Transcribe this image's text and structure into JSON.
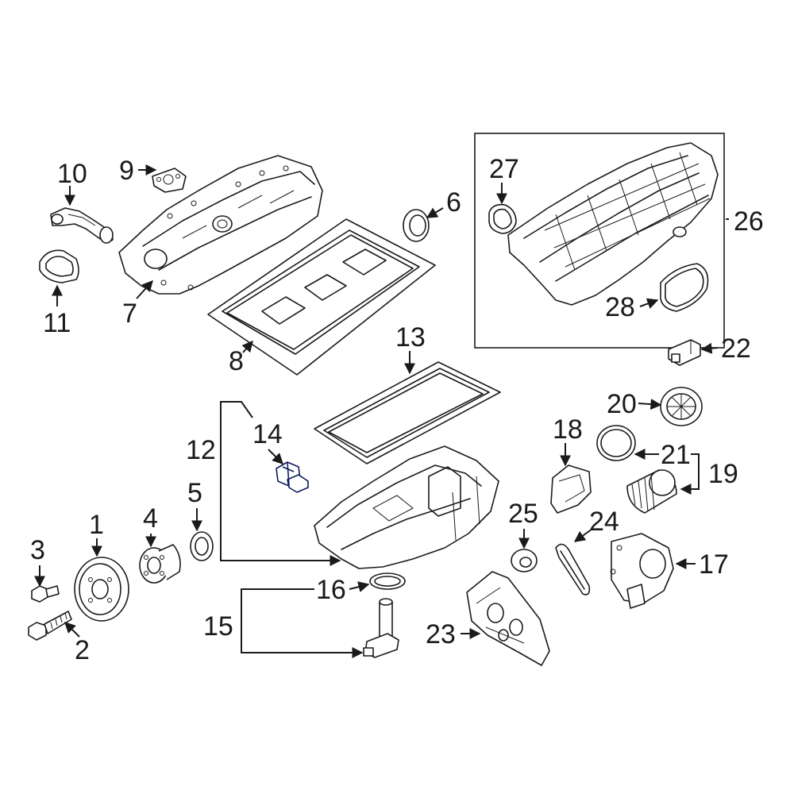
{
  "callouts": {
    "c1": "1",
    "c2": "2",
    "c3": "3",
    "c4": "4",
    "c5": "5",
    "c6": "6",
    "c7": "7",
    "c8": "8",
    "c9": "9",
    "c10": "10",
    "c11": "11",
    "c12": "12",
    "c13": "13",
    "c14": "14",
    "c15": "15",
    "c16": "16",
    "c17": "17",
    "c18": "18",
    "c19": "19",
    "c20": "20",
    "c21": "21",
    "c22": "22",
    "c23": "23",
    "c24": "24",
    "c25": "25",
    "c26": "26",
    "c27": "27",
    "c28": "28"
  },
  "colors": {
    "line": "#1a1a1a",
    "highlight_fill": "#2a4bd7",
    "highlight_stroke": "#0d1b5e",
    "background": "#ffffff"
  },
  "highlighted_part": "14"
}
